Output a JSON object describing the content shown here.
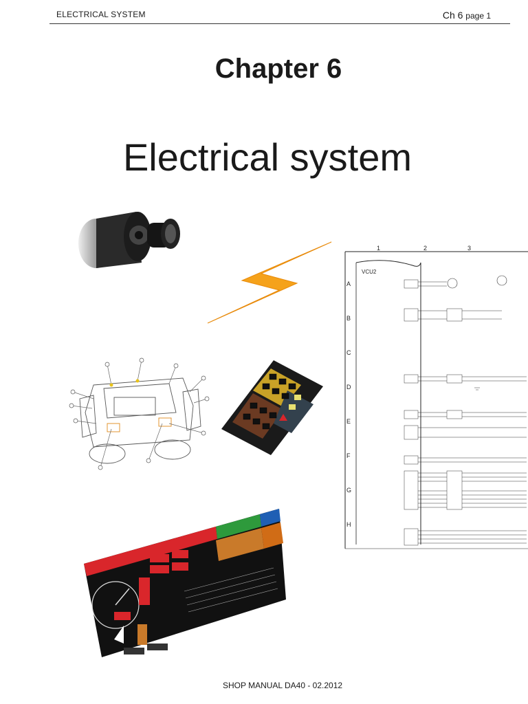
{
  "header": {
    "section": "ELECTRICAL SYSTEM",
    "chapter_ref": "Ch 6",
    "page_ref": "page 1"
  },
  "title": {
    "chapter": "Chapter 6",
    "subject": "Electrical system"
  },
  "schematic": {
    "columns": [
      "1",
      "2",
      "3"
    ],
    "rows": [
      "A",
      "B",
      "C",
      "D",
      "E",
      "F",
      "G",
      "H"
    ],
    "unit": "VCU2"
  },
  "footer": {
    "text": "SHOP MANUAL DA40  -  02.2012"
  },
  "colors": {
    "bolt": "#f5a21b",
    "panel_yellow": "#c9a227",
    "panel_brown": "#6b3a22",
    "display_red": "#d9262b"
  }
}
